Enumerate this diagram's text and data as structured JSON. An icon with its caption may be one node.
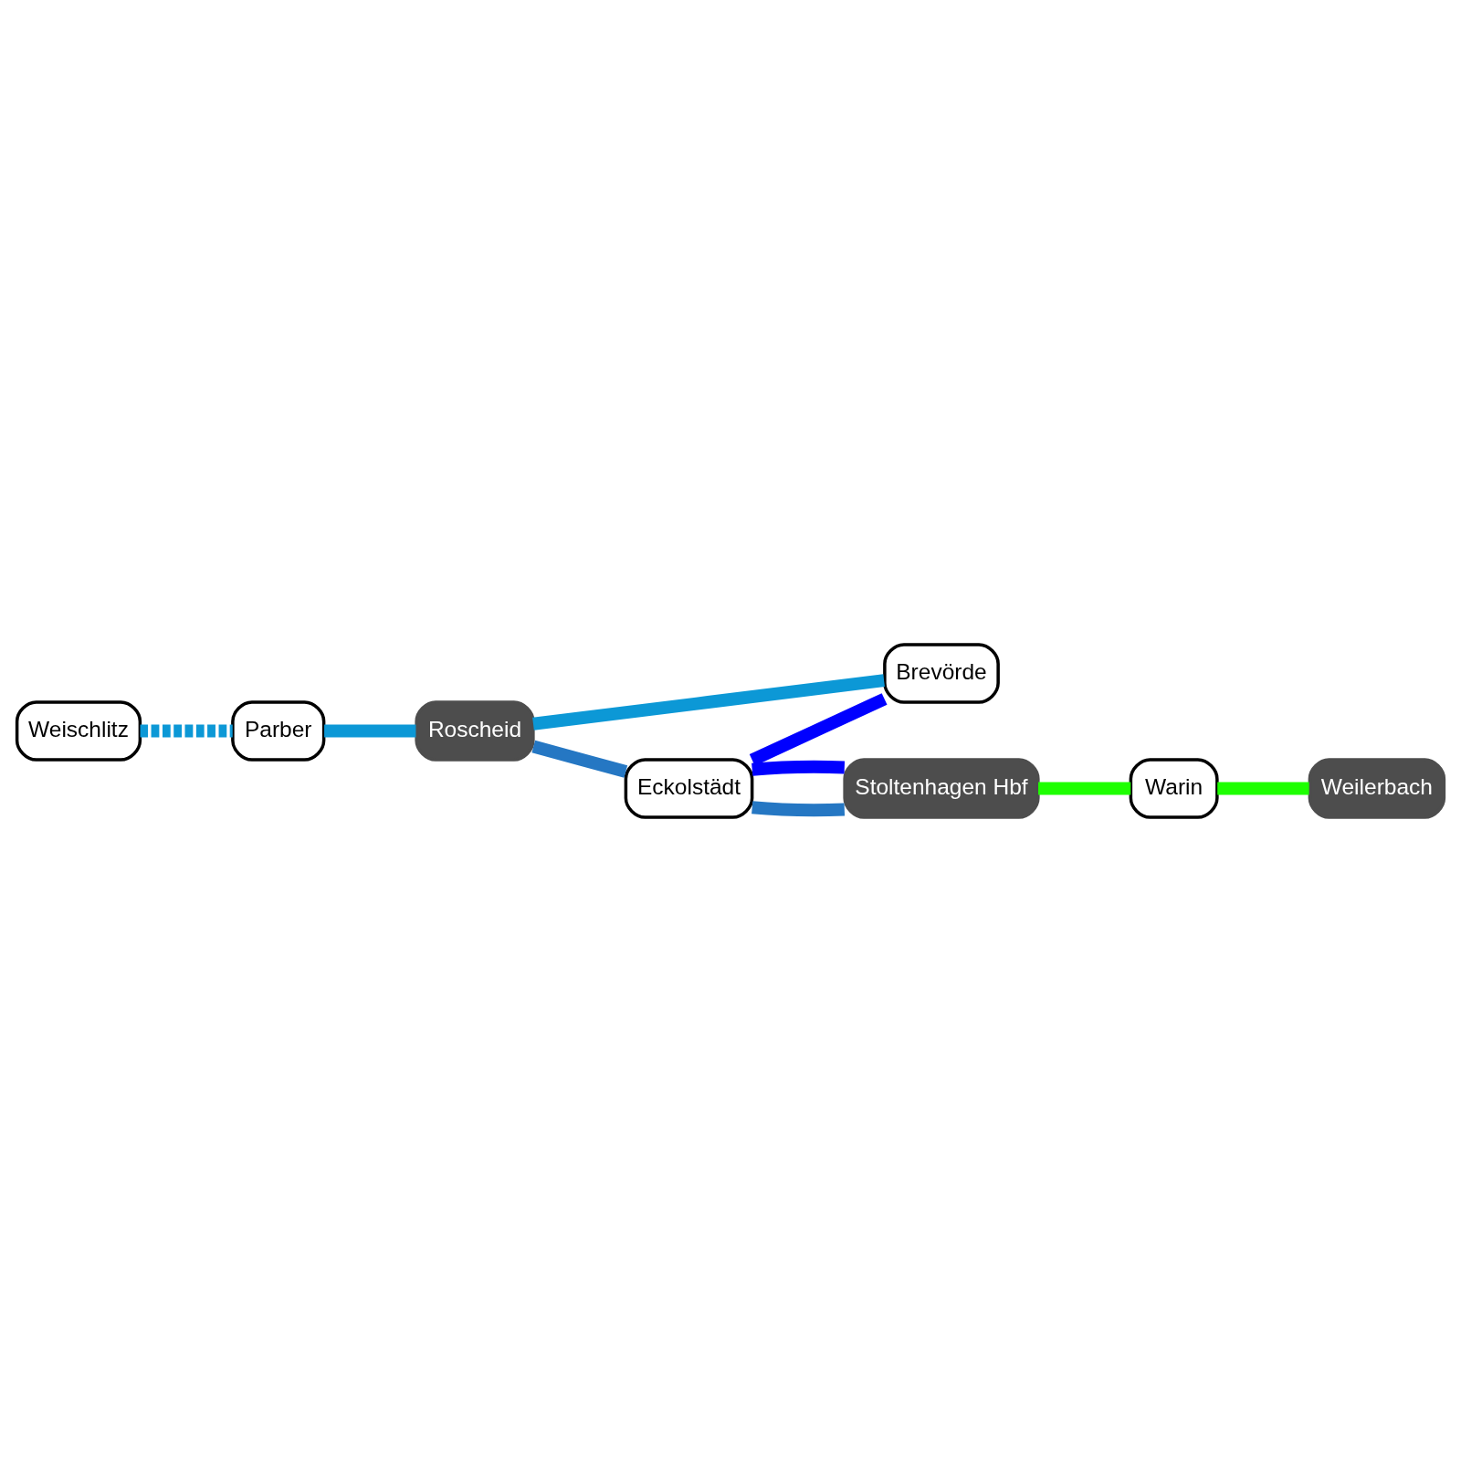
{
  "diagram": {
    "nodes": [
      {
        "text": [
          "Weischlitz"
        ]
      },
      {
        "text": [
          "Parber"
        ]
      },
      {
        "text": [
          "Roscheid"
        ]
      },
      {
        "text": [
          "Brevörde"
        ]
      },
      {
        "text": [
          "Stoltenhagen Hbf"
        ]
      },
      {
        "text": [
          "Eckolstädt"
        ]
      },
      {
        "text": [
          "Warin"
        ]
      },
      {
        "text": [
          "Weilerbach"
        ]
      }
    ],
    "edges": [
      {
        "from": 0,
        "to": 1,
        "arrow": "none",
        "style": "dashed",
        "color": "#0c98d6"
      },
      {
        "from": 1,
        "to": 2,
        "arrow": "none",
        "color": "#0c98d6"
      },
      {
        "from": 2,
        "to": 3,
        "arrow": "none",
        "color": "#0c98d6"
      },
      {
        "from": 2,
        "to": 5,
        "arrow": "none",
        "color": "#2577c3"
      },
      {
        "from": 5,
        "to": 4,
        "arrow": "none",
        "color": "#2577c3"
      },
      {
        "from": 4,
        "to": 5,
        "arrow": "none",
        "color": "#0000ff"
      },
      {
        "from": 5,
        "to": 3,
        "arrow": "none",
        "color": "#0000ff"
      },
      {
        "from": 4,
        "to": 6,
        "arrow": "none",
        "color": "#1eff00"
      },
      {
        "from": 6,
        "to": 7,
        "arrow": "none",
        "color": "#1eff00"
      }
    ]
  }
}
